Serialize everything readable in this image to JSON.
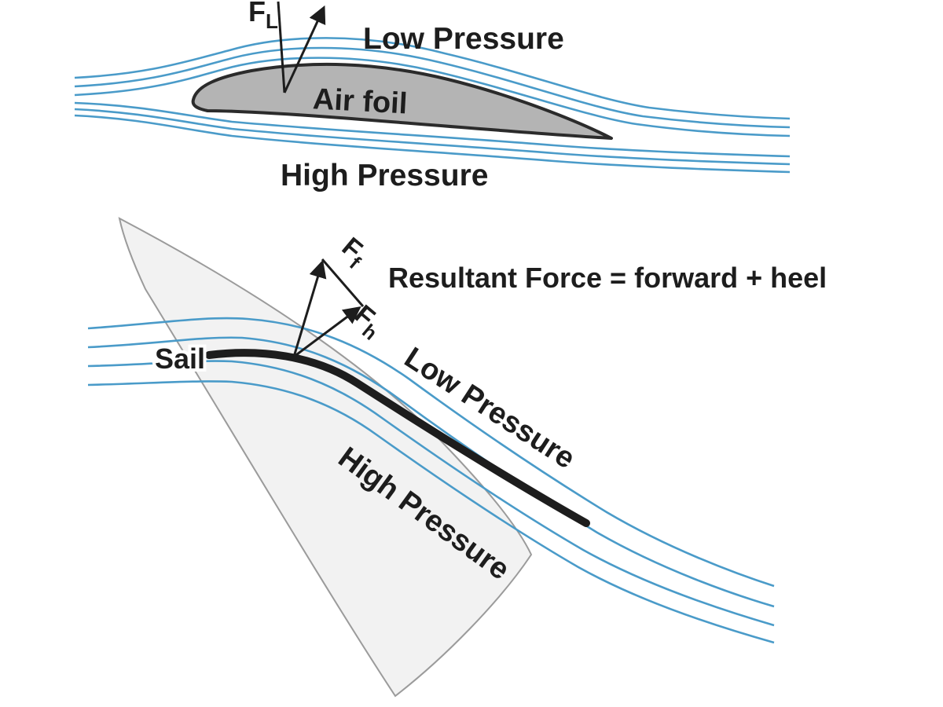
{
  "figure": {
    "airfoil": {
      "low_pressure_label": "Low Pressure",
      "high_pressure_label": "High Pressure",
      "body_label": "Air foil",
      "lift_force": {
        "symbol": "F",
        "subscript": "L"
      }
    },
    "sail": {
      "sail_label": "Sail",
      "low_pressure_label": "Low Pressure",
      "high_pressure_label": "High Pressure",
      "forward_force": {
        "symbol": "F",
        "subscript": "f"
      },
      "heel_force": {
        "symbol": "F",
        "subscript": "h"
      },
      "resultant_label": "Resultant Force = forward + heel"
    }
  },
  "colors": {
    "streamline": "#4a9bc9",
    "airfoil_fill": "#b4b4b4",
    "airfoil_outline": "#2b2b2b",
    "sail_fill": "#f2f2f2",
    "sail_outline": "#9b9b9b",
    "ink": "#1d1d1d",
    "background": "#ffffff"
  }
}
